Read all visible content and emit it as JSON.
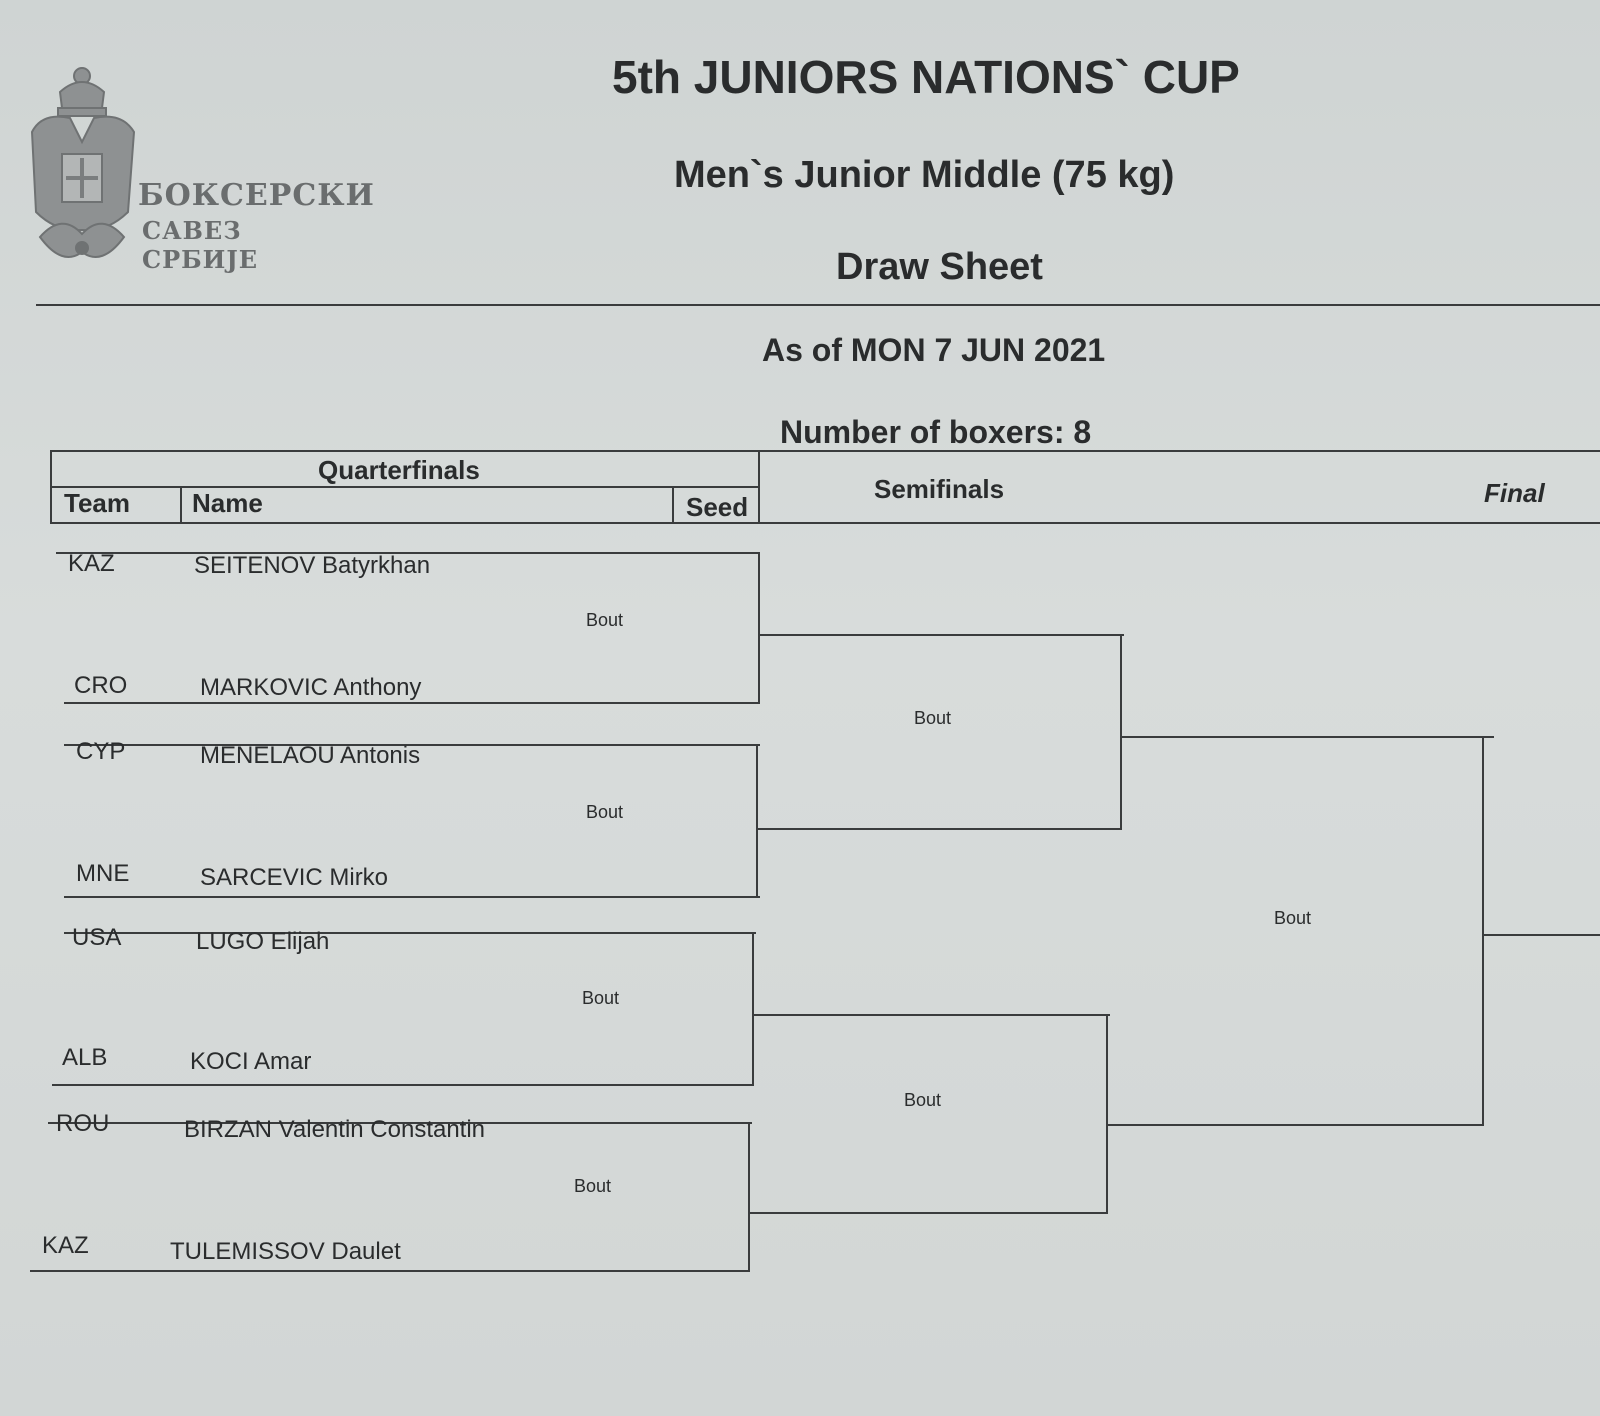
{
  "header": {
    "event_title": "5th JUNIORS NATIONS` CUP",
    "category": "Men`s Junior Middle (75 kg)",
    "sheet_type": "Draw Sheet",
    "as_of": "As of MON 7 JUN 2021",
    "boxer_count": "Number of boxers: 8"
  },
  "logo": {
    "line1": "БОКСЕРСКИ",
    "line2": "САВЕЗ СРБИЈЕ"
  },
  "table_header": {
    "quarterfinals": "Quarterfinals",
    "team": "Team",
    "name": "Name",
    "seed": "Seed",
    "semifinals": "Semifinals",
    "final": "Final"
  },
  "boxers": [
    {
      "team": "KAZ",
      "name": "SEITENOV Batyrkhan"
    },
    {
      "team": "CRO",
      "name": "MARKOVIC Anthony"
    },
    {
      "team": "CYP",
      "name": "MENELAOU Antonis"
    },
    {
      "team": "MNE",
      "name": "SARCEVIC Mirko"
    },
    {
      "team": "USA",
      "name": "LUGO Elijah"
    },
    {
      "team": "ALB",
      "name": "KOCI Amar"
    },
    {
      "team": "ROU",
      "name": "BIRZAN Valentin Constantin"
    },
    {
      "team": "KAZ",
      "name": "TULEMISSOV Daulet"
    }
  ],
  "bout_label": "Bout"
}
